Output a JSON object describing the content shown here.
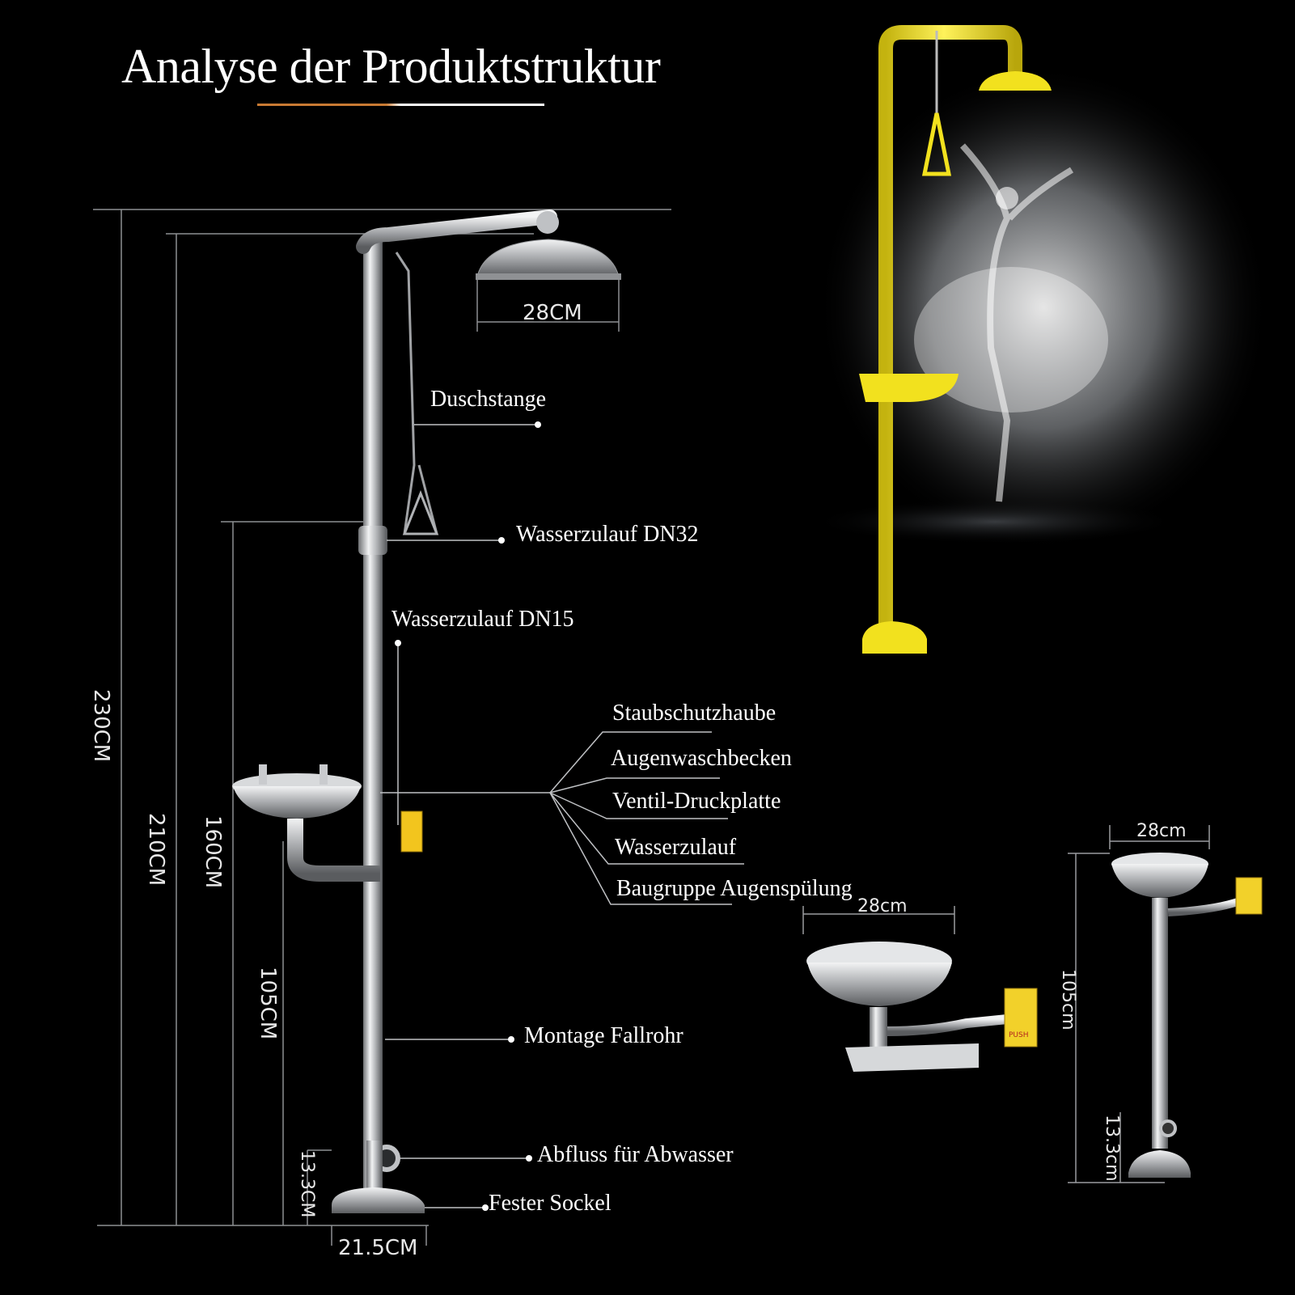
{
  "title": "Analyse der Produktstruktur",
  "colors": {
    "background": "#000000",
    "text": "#ffffff",
    "accent": "#c87a33",
    "steel": "#c7c9cc",
    "safety_yellow": "#f2e11e"
  },
  "dimensions": {
    "total_height": "230CM",
    "shower_arm_height": "210CM",
    "bowl_height": "160CM",
    "lower_pipe": "105CM",
    "drain_height": "13.3CM",
    "shower_head_width": "28CM",
    "base_width": "21.5CM"
  },
  "labels": {
    "pull_rod": "Duschstange",
    "water_inlet_dn32": "Wasserzulauf DN32",
    "water_inlet_dn15": "Wasserzulauf DN15",
    "dust_cover": "Staubschutzhaube",
    "eyewash_bowl": "Augenwaschbecken",
    "valve_push_plate": "Ventil-Druckplatte",
    "water_inlet": "Wasserzulauf",
    "eyewash_assembly": "Baugruppe Augenspülung",
    "drop_pipe": "Montage Fallrohr",
    "waste_drain": "Abfluss für Abwasser",
    "fixed_base": "Fester Sockel"
  },
  "wall_unit": {
    "bowl_width": "28cm",
    "push_plate_text": "PUSH"
  },
  "pedestal_unit": {
    "bowl_width": "28cm",
    "height": "105cm",
    "drain_height": "13.3cm"
  }
}
